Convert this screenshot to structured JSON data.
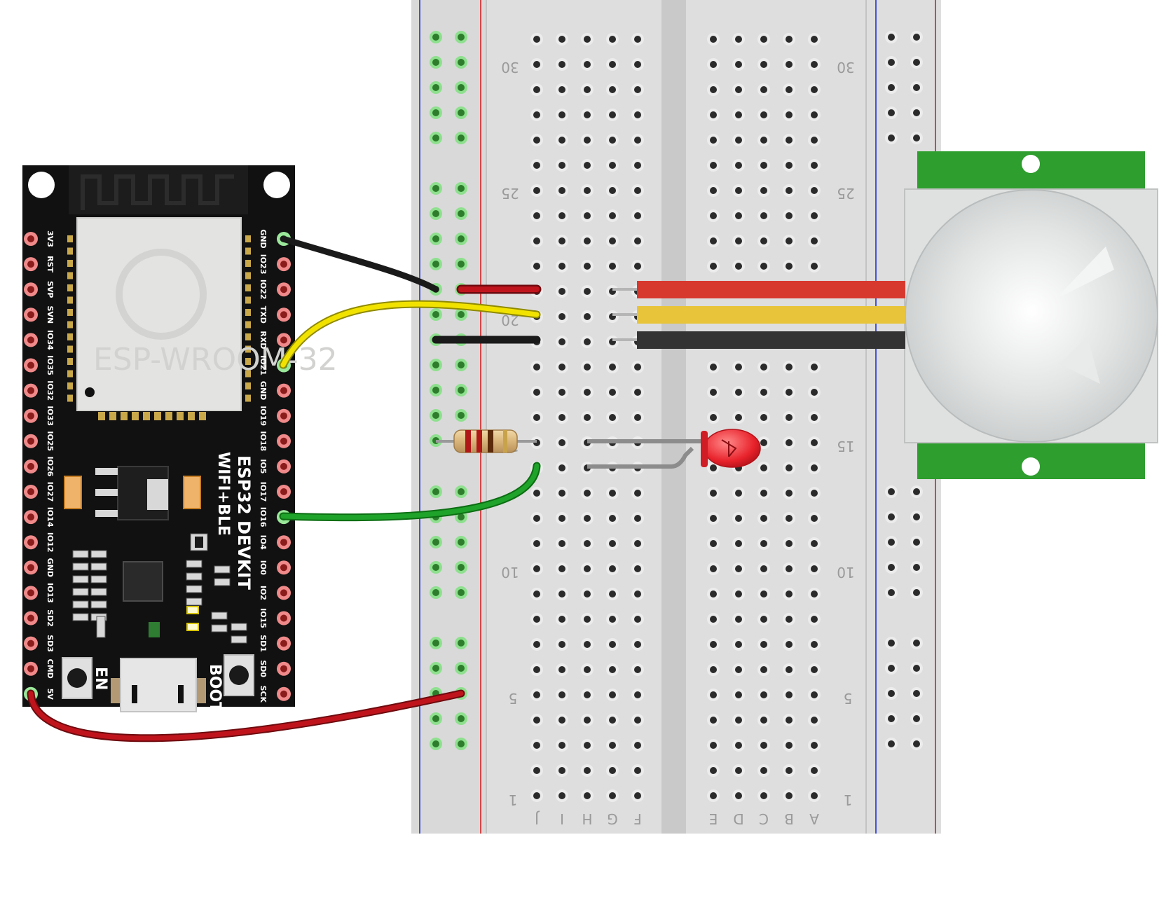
{
  "esp32": {
    "module_label": "ESP-WROOM-32",
    "board_title_line1": "ESP32 DEVKIT",
    "board_title_line2": "WIFI+BLE",
    "left_pins": [
      "3V3",
      "RST",
      "SVP",
      "SVN",
      "IO34",
      "IO35",
      "IO32",
      "IO33",
      "IO25",
      "IO26",
      "IO27",
      "IO14",
      "IO12",
      "GND",
      "IO13",
      "SD2",
      "SD3",
      "CMD",
      "5V"
    ],
    "right_pins": [
      "GND",
      "IO23",
      "IO22",
      "TXD",
      "RXD",
      "IO21",
      "GND",
      "IO19",
      "IO18",
      "IO5",
      "IO17",
      "IO16",
      "IO4",
      "IO0",
      "IO2",
      "IO15",
      "SD1",
      "SD0",
      "SCK"
    ],
    "button_en": "EN",
    "button_boot": "BOOT"
  },
  "breadboard": {
    "row_numbers_shown": [
      "30",
      "25",
      "20",
      "15",
      "10",
      "5",
      "1"
    ],
    "column_letters_left": [
      "J",
      "I",
      "H",
      "G",
      "F"
    ],
    "column_letters_right": [
      "E",
      "D",
      "C",
      "B",
      "A"
    ]
  },
  "colors": {
    "board_black": "#111111",
    "pin_copper": "#d9534f",
    "wire_red": "#c0141c",
    "wire_yellow": "#f2e200",
    "wire_green": "#1fa32a",
    "wire_black": "#1a1a1a",
    "pir_green": "#2e9e2e",
    "led_red": "#e8222b"
  }
}
